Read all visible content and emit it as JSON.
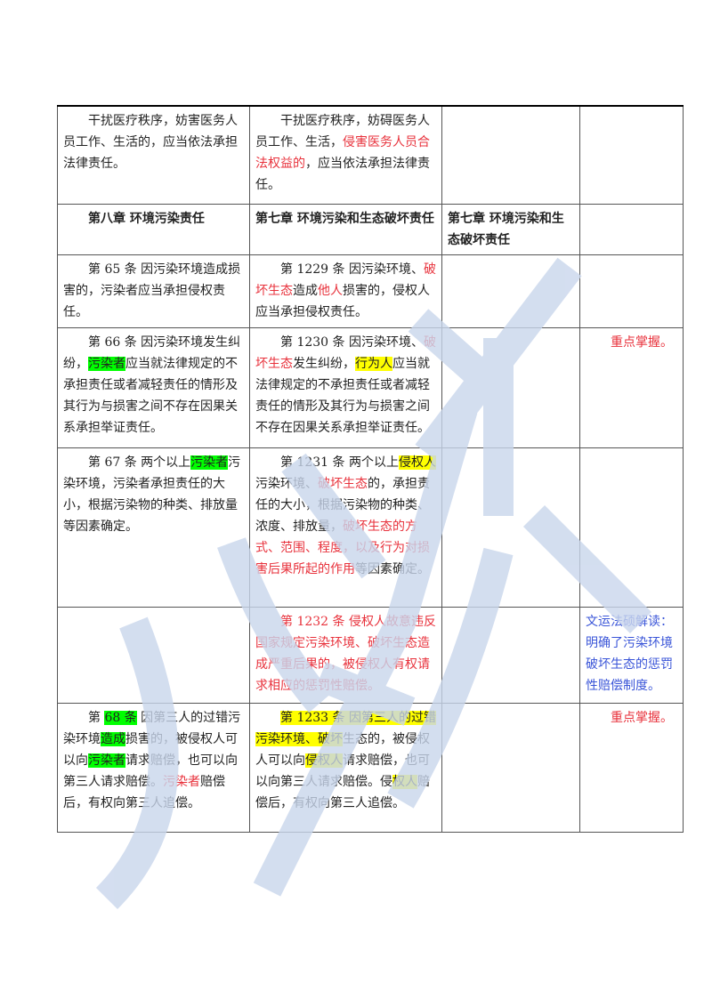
{
  "rows": [
    {
      "cells": [
        [
          {
            "t": "干扰医疗秩序，妨害医务人员工作、生活的，应当依法承担法律责任。"
          }
        ],
        [
          {
            "t": "干扰医疗秩序，妨碍医务人员工作、生活，"
          },
          {
            "t": "侵害医务人员合法权益的",
            "c": "red"
          },
          {
            "t": "，应当依法承担法律责任。"
          }
        ],
        [],
        []
      ]
    },
    {
      "bold": true,
      "cells": [
        [
          {
            "t": "第八章  环境污染责任"
          }
        ],
        [
          {
            "t": "第七章  环境污染和生态破坏责任"
          }
        ],
        [
          {
            "t": "第七章  环境污染和生态破坏责任"
          }
        ],
        []
      ]
    },
    {
      "cells": [
        [
          {
            "t": "第 65 条 因污染环境造成损害的，污染者应当承担侵权责任。"
          }
        ],
        [
          {
            "t": "第 1229 条 因污染环境、"
          },
          {
            "t": "破坏生态",
            "c": "red"
          },
          {
            "t": "造成"
          },
          {
            "t": "他人",
            "c": "red"
          },
          {
            "t": "损害的，侵权人应当承担侵权责任。"
          }
        ],
        [],
        []
      ]
    },
    {
      "cells": [
        [
          {
            "t": "第 66 条 因污染环境发生纠纷，"
          },
          {
            "t": "污染者",
            "c": "green"
          },
          {
            "t": "应当就法律规定的不承担责任或者减轻责任的情形及其行为与损害之间不存在因果关系承担举证责任。"
          }
        ],
        [
          {
            "t": "第 1230 条 因污染环境、"
          },
          {
            "t": "破坏生态",
            "c": "red"
          },
          {
            "t": "发生纠纷，"
          },
          {
            "t": "行为人",
            "c": "yellow"
          },
          {
            "t": "应当就法律规定的不承担责任或者减轻责任的情形及其行为与损害之间不存在因果关系承担举证责任。"
          }
        ],
        [],
        [
          {
            "t": "重点掌握。",
            "c": "red"
          }
        ]
      ]
    },
    {
      "cells": [
        [
          {
            "t": "第 67 条 两个以上"
          },
          {
            "t": "污染者",
            "c": "green"
          },
          {
            "t": "污染环境，污染者承担责任的大小，根据污染物的种类、排放量等因素确定。"
          }
        ],
        [
          {
            "t": "第 1231 条 两个以上"
          },
          {
            "t": "侵权人",
            "c": "yellow"
          },
          {
            "t": "污染环境、"
          },
          {
            "t": "破坏生态",
            "c": "red"
          },
          {
            "t": "的，承担责任的大小，根据污染物的种类、浓度、排放量，"
          },
          {
            "t": "破坏生态的方式、范围、程度，以及行为对损害后果所起的作用",
            "c": "red"
          },
          {
            "t": "等因素确定。"
          }
        ],
        [],
        []
      ]
    },
    {
      "cells": [
        [],
        [
          {
            "t": "第 1232 条 侵权人故意违反国家规定污染环境、破坏生态造成严重后果的，被侵权人有权请求相应的惩罚性赔偿。",
            "c": "red"
          }
        ],
        [],
        [
          {
            "t": "文运法硕解读：明确了污染环境破坏生态的惩罚性赔偿制度。",
            "c": "blue",
            "noindent": true
          }
        ]
      ]
    },
    {
      "cells": [
        [
          {
            "t": "第 "
          },
          {
            "t": "68 条",
            "c": "green"
          },
          {
            "t": " 因第三人的过错污染环境"
          },
          {
            "t": "造成",
            "c": "green"
          },
          {
            "t": "损害的，被侵权人可以向"
          },
          {
            "t": "污染者",
            "c": "green"
          },
          {
            "t": "请求赔偿，也可以向第三人请求赔偿。"
          },
          {
            "t": "污染者",
            "c": "red"
          },
          {
            "t": "赔偿后，有权向第三人追偿。"
          }
        ],
        [
          {
            "t": "第 1233 条 因第三人的过错",
            "c": "yellow"
          },
          {
            "t": "污染环境、破坏",
            "c": "yellow"
          },
          {
            "t": "生态的，被侵权人可以向"
          },
          {
            "t": "侵权人",
            "c": "yellow"
          },
          {
            "t": "请求赔偿，也可以向第三人请求赔偿。侵"
          },
          {
            "t": "权人",
            "c": "yellow"
          },
          {
            "t": "赔偿后，有权向第三人追偿。"
          }
        ],
        [],
        [
          {
            "t": "重点掌握。",
            "c": "red"
          }
        ]
      ]
    }
  ],
  "colors": {
    "red": "#e8323c",
    "blue": "#3a55d8",
    "green_highlight": "#00ff00",
    "yellow_highlight": "#ffff00",
    "watermark": "#c9d6ec"
  },
  "watermark": {
    "text": "文运法硕"
  }
}
